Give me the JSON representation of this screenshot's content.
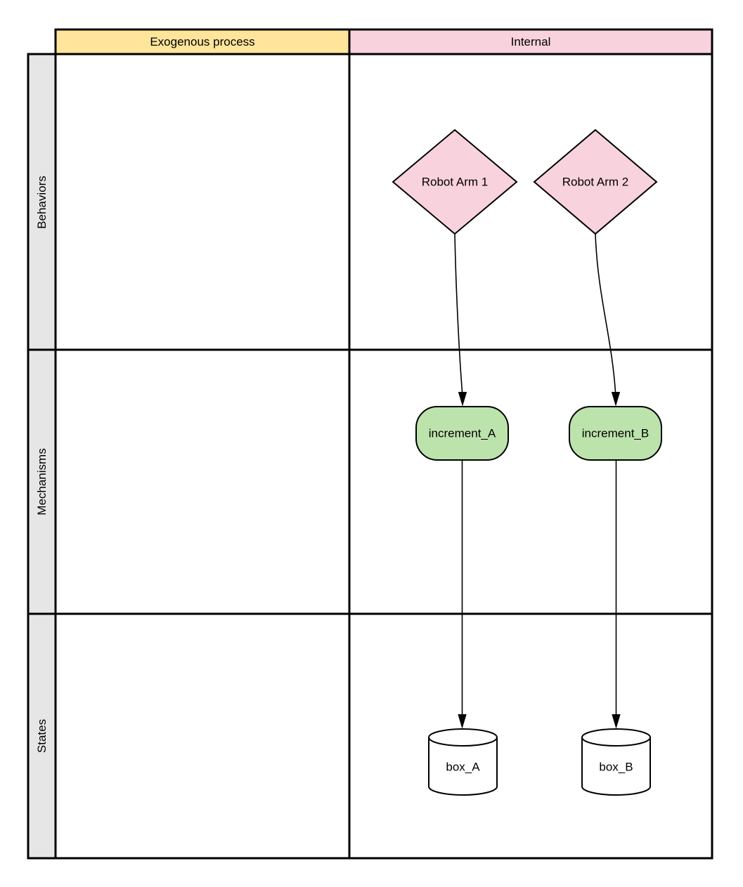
{
  "diagram": {
    "type": "swimlane-grid",
    "columns": [
      {
        "label": "Exogenous process"
      },
      {
        "label": "Internal"
      }
    ],
    "rows": [
      {
        "label": "Behaviors"
      },
      {
        "label": "Mechanisms"
      },
      {
        "label": "States"
      }
    ],
    "nodes": {
      "robot_arm_1": {
        "label": "Robot Arm 1",
        "shape": "diamond",
        "row": "Behaviors",
        "column": "Internal"
      },
      "robot_arm_2": {
        "label": "Robot Arm 2",
        "shape": "diamond",
        "row": "Behaviors",
        "column": "Internal"
      },
      "increment_a": {
        "label": "increment_A",
        "shape": "rounded-process",
        "row": "Mechanisms",
        "column": "Internal"
      },
      "increment_b": {
        "label": "increment_B",
        "shape": "rounded-process",
        "row": "Mechanisms",
        "column": "Internal"
      },
      "box_a": {
        "label": "box_A",
        "shape": "cylinder",
        "row": "States",
        "column": "Internal"
      },
      "box_b": {
        "label": "box_B",
        "shape": "cylinder",
        "row": "States",
        "column": "Internal"
      }
    },
    "edges": [
      {
        "from": "Robot Arm 1",
        "to": "increment_A",
        "style": "curved",
        "arrowhead": "filled-triangle"
      },
      {
        "from": "Robot Arm 2",
        "to": "increment_B",
        "style": "curved",
        "arrowhead": "filled-triangle"
      },
      {
        "from": "increment_A",
        "to": "box_A",
        "style": "straight",
        "arrowhead": "filled-triangle"
      },
      {
        "from": "increment_B",
        "to": "box_B",
        "style": "straight",
        "arrowhead": "filled-triangle"
      }
    ],
    "colors": {
      "exogenous_header_bg": "#FFE59B",
      "internal_header_bg": "#F8D2DC",
      "behavior_node_bg": "#F8D2DC",
      "mechanism_node_bg": "#BDE3AC",
      "state_node_bg": "#FFFFFF",
      "row_header_bg": "#E6E6E6",
      "cell_bg": "#FFFFFF",
      "line": "#000000",
      "text": "#000000"
    }
  }
}
